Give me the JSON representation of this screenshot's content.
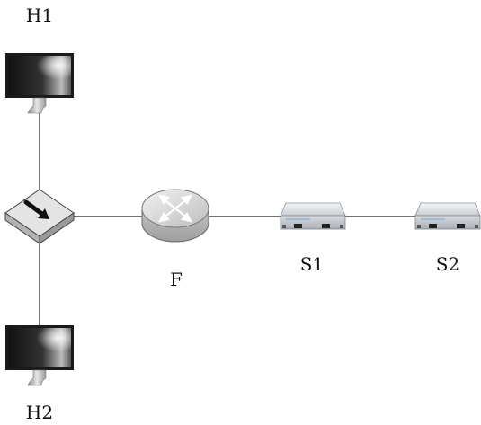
{
  "nodes": {
    "h1": {
      "label": "H1",
      "icon": "monitor-icon"
    },
    "h2": {
      "label": "H2",
      "icon": "monitor-icon"
    },
    "hub": {
      "label": "",
      "icon": "network-switch-icon"
    },
    "f": {
      "label": "F",
      "icon": "router-icon"
    },
    "s1": {
      "label": "S1",
      "icon": "rack-server-icon"
    },
    "s2": {
      "label": "S2",
      "icon": "rack-server-icon"
    }
  },
  "links": [
    [
      "h1",
      "hub"
    ],
    [
      "hub",
      "h2"
    ],
    [
      "hub",
      "f"
    ],
    [
      "f",
      "s1"
    ],
    [
      "s1",
      "s2"
    ]
  ],
  "colors": {
    "line": "#222222",
    "monitor_bezel": "#1a1a1a",
    "router_body": "#c9c9c9",
    "switch_body": "#dcdcdc",
    "server_body": "#cfd3d8"
  }
}
